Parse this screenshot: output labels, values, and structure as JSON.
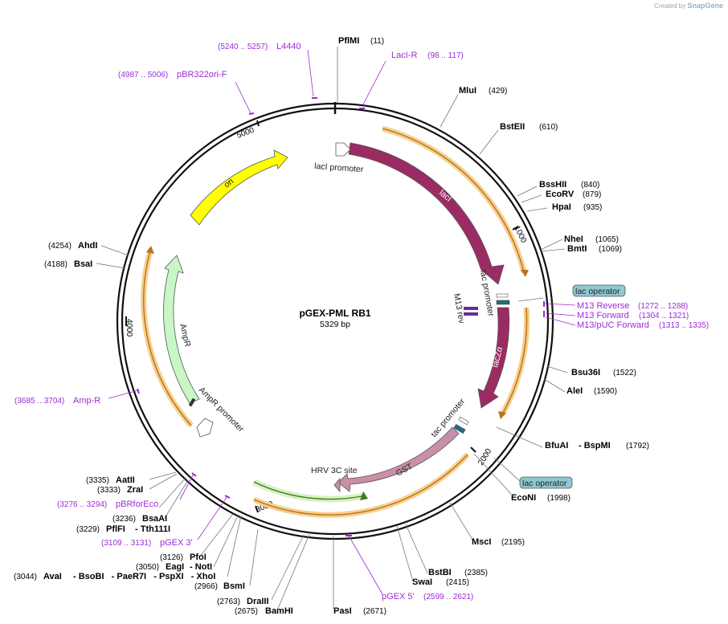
{
  "credit": {
    "created_by": "Created by",
    "brand": "SnapGene"
  },
  "plasmid": {
    "name": "pGEX-PML RB1",
    "length": "5329 bp"
  },
  "ticks": [
    "1000",
    "2000",
    "3000",
    "4000",
    "5000"
  ],
  "features": {
    "lacI": "lacI",
    "lacI_promoter": "lacI promoter",
    "lac_promoter": "lac promoter",
    "M13_rev": "M13 rev",
    "lacZa": "lacZα",
    "tac_promoter": "tac promoter",
    "GST": "GST",
    "HRV": "HRV 3C site",
    "AmpR": "AmpR",
    "AmpR_promoter": "AmpR promoter",
    "ori": "ori",
    "lac_operator_1": "lac operator",
    "lac_operator_2": "lac operator"
  },
  "enzymes": {
    "PflMI": {
      "name": "PflMI",
      "pos": "(11)"
    },
    "MluI": {
      "name": "MluI",
      "pos": "(429)"
    },
    "BstEII": {
      "name": "BstEII",
      "pos": "(610)"
    },
    "BssHII": {
      "name": "BssHII",
      "pos": "(840)"
    },
    "EcoRV": {
      "name": "EcoRV",
      "pos": "(879)"
    },
    "HpaI": {
      "name": "HpaI",
      "pos": "(935)"
    },
    "NheI": {
      "name": "NheI",
      "pos": "(1065)"
    },
    "BmtI": {
      "name": "BmtI",
      "pos": "(1069)"
    },
    "Bsu36I": {
      "name": "Bsu36I",
      "pos": "(1522)"
    },
    "AleI": {
      "name": "AleI",
      "pos": "(1590)"
    },
    "BfuAI": {
      "name": "BfuAI",
      "extra": "- BspMI",
      "pos": "(1792)"
    },
    "EcoNI": {
      "name": "EcoNI",
      "pos": "(1998)"
    },
    "MscI": {
      "name": "MscI",
      "pos": "(2195)"
    },
    "BstBI": {
      "name": "BstBI",
      "pos": "(2385)"
    },
    "SwaI": {
      "name": "SwaI",
      "pos": "(2415)"
    },
    "PasI": {
      "name": "PasI",
      "pos": "(2671)"
    },
    "BamHI": {
      "name": "BamHI",
      "pos": "(2675)"
    },
    "DraIII": {
      "name": "DraIII",
      "pos": "(2763)"
    },
    "BsmI": {
      "name": "BsmI",
      "pos": "(2966)"
    },
    "AvaI": {
      "name": "AvaI",
      "chain": "- BsoBI   - PaeR7I   - PspXI   - XhoI",
      "pos": "(3044)"
    },
    "EagI": {
      "name": "EagI",
      "extra": "- NotI",
      "pos": "(3050)"
    },
    "PfoI": {
      "name": "PfoI",
      "pos": "(3126)"
    },
    "PflFI": {
      "name": "PflFI",
      "extra": "- Tth111I",
      "pos": "(3229)"
    },
    "BsaAI": {
      "name": "BsaAI",
      "pos": "(3236)"
    },
    "ZraI": {
      "name": "ZraI",
      "pos": "(3333)"
    },
    "AatII": {
      "name": "AatII",
      "pos": "(3335)"
    },
    "BsaI": {
      "name": "BsaI",
      "pos": "(4188)"
    },
    "AhdI": {
      "name": "AhdI",
      "pos": "(4254)"
    }
  },
  "primers": {
    "L4440": {
      "name": "L4440",
      "pos": "(5240 .. 5257)"
    },
    "LacIR": {
      "name": "LacI-R",
      "pos": "(98 .. 117)"
    },
    "pBR322ori": {
      "name": "pBR322ori-F",
      "pos": "(4987 .. 5006)"
    },
    "M13Rev": {
      "name": "M13 Reverse",
      "pos": "(1272 .. 1288)"
    },
    "M13Fwd": {
      "name": "M13 Forward",
      "pos": "(1304 .. 1321)"
    },
    "M13pUC": {
      "name": "M13/pUC Forward",
      "pos": "(1313 .. 1335)"
    },
    "AmpR": {
      "name": "Amp-R",
      "pos": "(3685 .. 3704)"
    },
    "pBRforEco": {
      "name": "pBRforEco",
      "pos": "(3276 .. 3294)"
    },
    "pGEX3": {
      "name": "pGEX 3'",
      "pos": "(3109 .. 3131)"
    },
    "pGEX5": {
      "name": "pGEX 5'",
      "pos": "(2599 .. 2621)"
    }
  },
  "colors": {
    "lacI": "#9b2c63",
    "lacZa": "#9b2c63",
    "GST": "#c98ea8",
    "HRV": "#c98ea8",
    "ori": "#ffff00",
    "AmpR": "#c8f7c5",
    "ORF": "#f2a53b",
    "primer": "#9c2bd6",
    "operator_box": "#8fc7d3",
    "green_orf": "#7cc242"
  }
}
